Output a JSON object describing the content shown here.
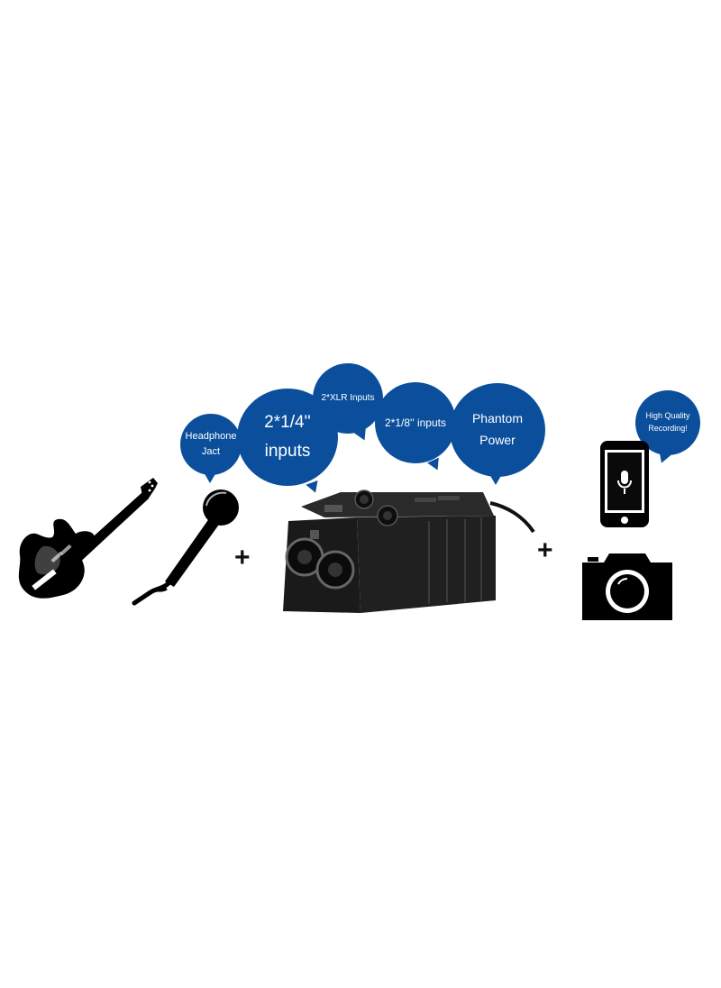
{
  "colors": {
    "bubble": "#0b4f9c",
    "device": "#1c1c1c",
    "icon": "#000000"
  },
  "bubbles": {
    "headphone": {
      "line1": "Headphone",
      "line2": "Jact"
    },
    "quarter_inch": {
      "line1": "2*1/4''",
      "line2": "inputs"
    },
    "xlr": {
      "text": "2*XLR Inputs"
    },
    "eighth_inch": {
      "text": "2*1/8'' inputs"
    },
    "phantom": {
      "line1": "Phantom",
      "line2": "Power"
    },
    "high_quality": {
      "line1": "High Quality",
      "line2": "Recording!"
    }
  },
  "operators": {
    "plus": "+"
  },
  "icons": {
    "guitar": "electric-guitar-icon",
    "microphone": "handheld-microphone-icon",
    "device": "audio-adapter-device",
    "smartphone": "smartphone-mic-icon",
    "camera": "camera-icon"
  }
}
